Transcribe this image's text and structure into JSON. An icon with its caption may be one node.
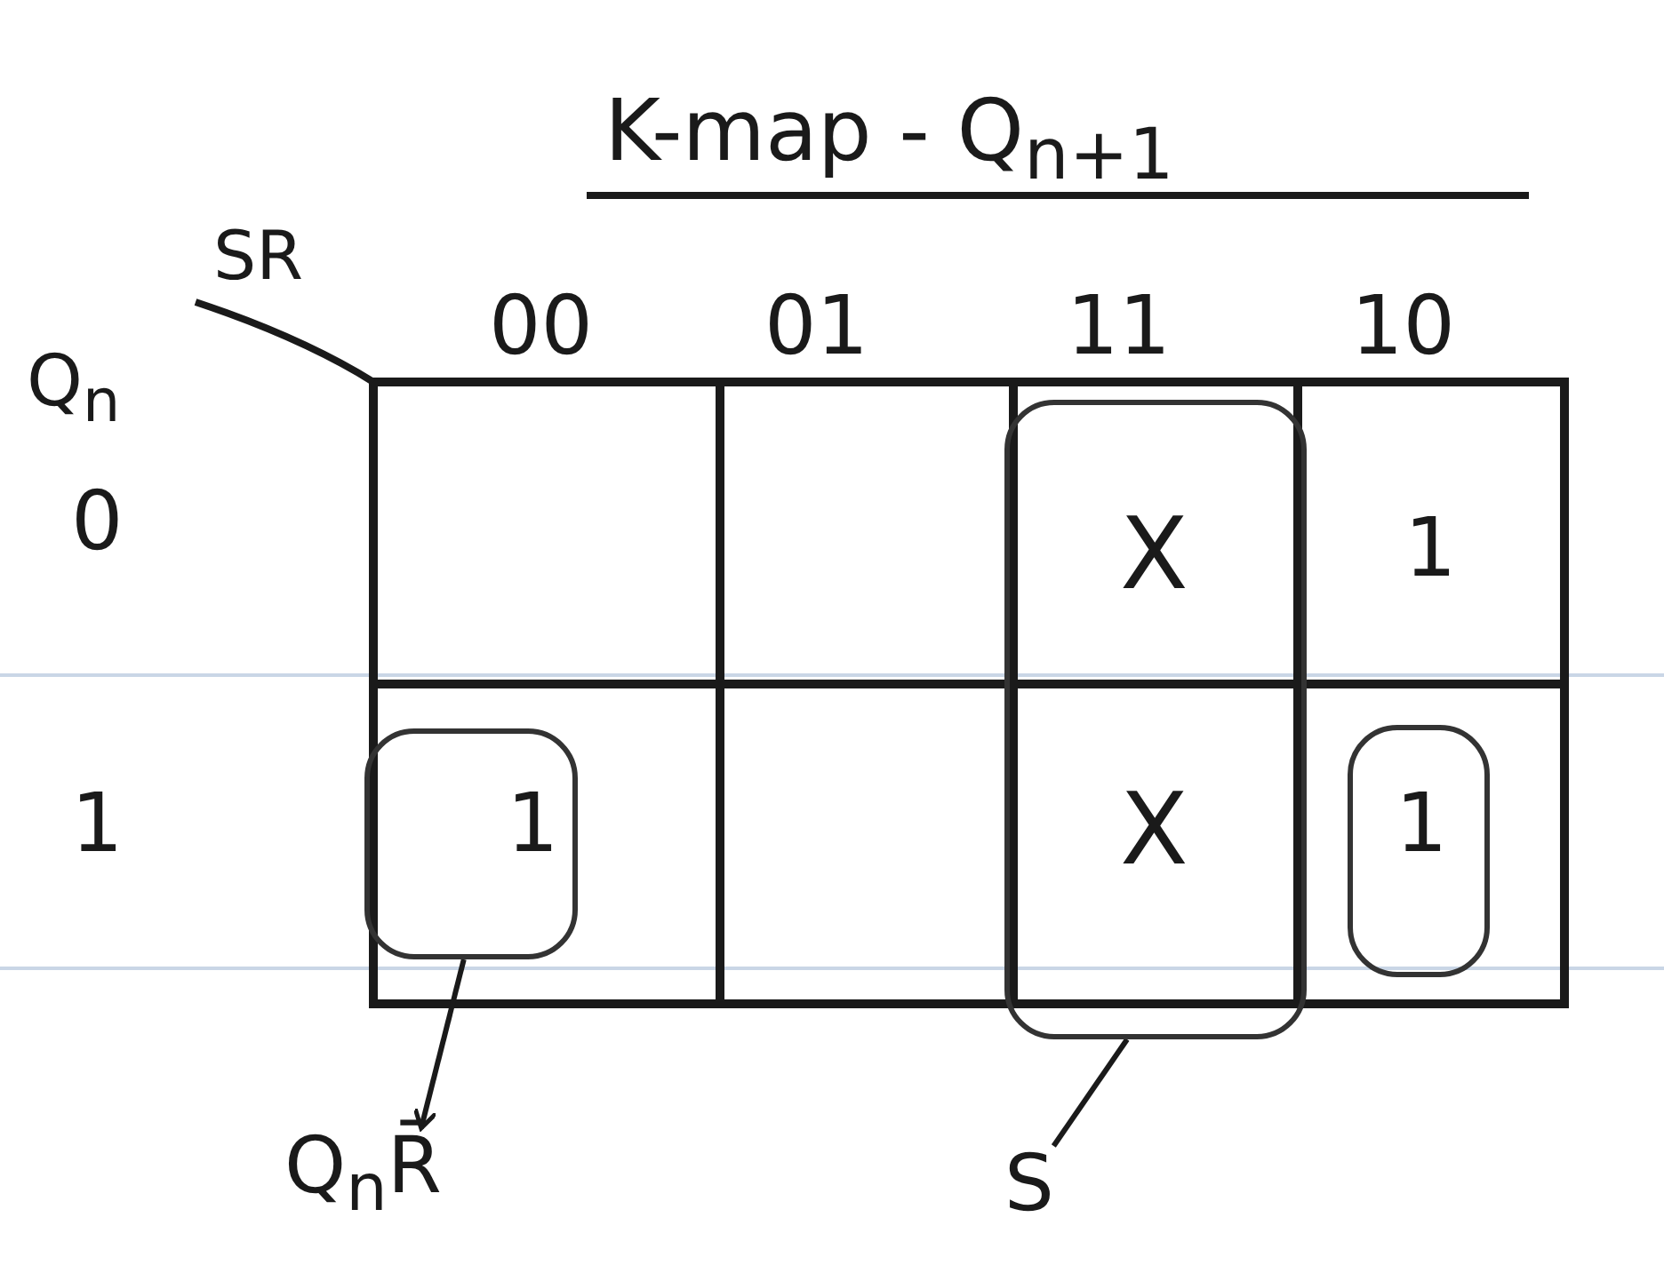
{
  "diagram": {
    "title": "K-map - Q$_{n+1}$",
    "nodes": [
      {
        "text": [],
        "shape": "box"
      },
      {
        "text": [],
        "shape": "box"
      },
      {
        "text": [],
        "shape": "box"
      },
      {
        "text": [
          "Q$_{n}$R̄"
        ]
      },
      {
        "text": [
          "S"
        ]
      }
    ],
    "edges": [
      {
        "from": 1,
        "to": 3,
        "arrow": "to"
      },
      {
        "from": 4,
        "to": 0,
        "arrow": "none"
      }
    ],
    "labels": [
      "SR",
      "Q$_{n}$",
      "00",
      "01",
      "11",
      "10",
      "0",
      "X",
      "1",
      "1",
      "1",
      "X",
      "1"
    ]
  }
}
